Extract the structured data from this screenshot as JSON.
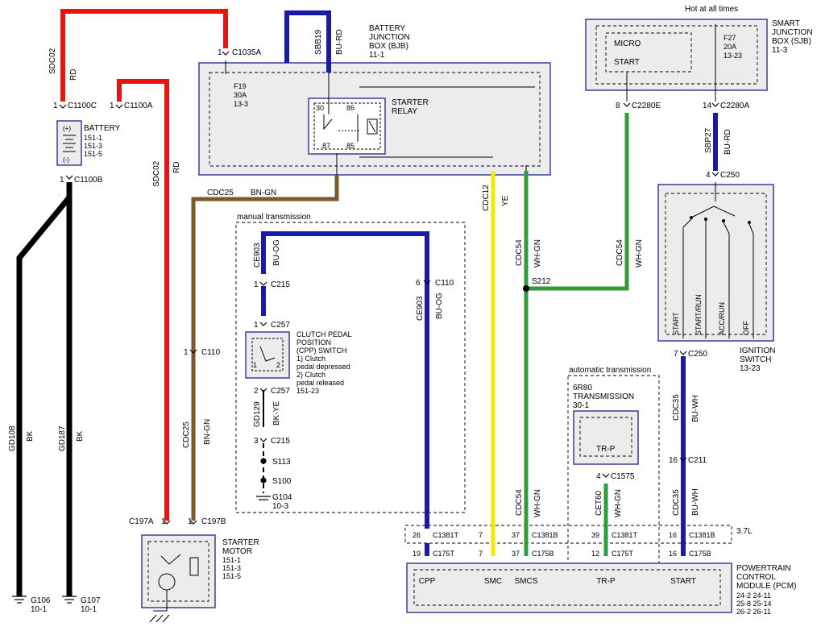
{
  "wires": {
    "sdc02_top": "SDC02",
    "rd_top": "RD",
    "sdc02_mid": "SDC02",
    "rd_mid": "RD",
    "sbb19": "SBB19",
    "bu_rd": "BU-RD",
    "cdc25_top": "CDC25",
    "bn_gn_top": "BN-GN",
    "cdc25_mid": "CDC25",
    "bn_gn_mid": "BN-GN",
    "ce903_top": "CE903",
    "bu_og_top": "BU-OG",
    "ce903_mid": "CE903",
    "bu_og_mid": "BU-OG",
    "cdc12": "CDC12",
    "ye": "YE",
    "cdc54_a": "CDC54",
    "wh_gn_a": "WH-GN",
    "cdc54_b": "CDC54",
    "wh_gn_b": "WH-GN",
    "cdc54_c": "CDC54",
    "wh_gn_c": "WH-GN",
    "sbp27": "SBP27",
    "bu_rd_b": "BU-RD",
    "cdc35_a": "CDC35",
    "bu_wh_a": "BU-WH",
    "cdc35_b": "CDC35",
    "bu_wh_b": "BU-WH",
    "gd108": "GD108",
    "bk_a": "BK",
    "gd187": "GD187",
    "bk_b": "BK",
    "gd129": "GD129",
    "bk_ye": "BK-YE",
    "cet60": "CET60",
    "wh_gn_d": "WH-GN"
  },
  "connectors": {
    "c1035a_pin": "1",
    "c1035a": "C1035A",
    "c1100c_pin": "1",
    "c1100c": "C1100C",
    "c1100a_pin": "1",
    "c1100a": "C1100A",
    "c1100b_pin": "1",
    "c1100b": "C1100B",
    "c110a_pin": "1",
    "c110a": "C110",
    "c110b_pin": "6",
    "c110b": "C110",
    "c215a_pin": "1",
    "c215a": "C215",
    "c257a_pin": "1",
    "c257a": "C257",
    "c257b_pin": "2",
    "c257b": "C257",
    "c215b_pin": "3",
    "c215b": "C215",
    "c197a_pin": "1",
    "c197a": "C197A",
    "c197b_pin": "1",
    "c197b": "C197B",
    "c2280e_pin": "8",
    "c2280e": "C2280E",
    "c2280a_pin": "14",
    "c2280a": "C2280A",
    "c250a_pin": "4",
    "c250a": "C250",
    "c250b_pin": "7",
    "c250b": "C250",
    "c211_pin": "16",
    "c211": "C211",
    "c1575_pin": "4",
    "c1575": "C1575",
    "s212": "S212",
    "s113": "S113",
    "s100": "S100"
  },
  "battery_junction_box": {
    "title": "BATTERY\nJUNCTION\nBOX (BJB)\n11-1",
    "fuse_name": "F19",
    "fuse_amps": "30A",
    "fuse_ref": "13-3",
    "relay_name": "STARTER\nRELAY",
    "pins": [
      "30",
      "86",
      "87",
      "85"
    ]
  },
  "smart_junction_box": {
    "title": "SMART\nJUNCTION\nBOX (SJB)\n11-3",
    "hot": "Hot at all times",
    "micro": "MICRO",
    "start": "START",
    "fuse_name": "F27",
    "fuse_amps": "20A",
    "fuse_ref": "13-23"
  },
  "battery": {
    "label": "BATTERY",
    "refs": "151-1\n151-3\n151-5",
    "plus": "(+)",
    "minus": "(-)"
  },
  "starter_motor": {
    "label": "STARTER\nMOTOR",
    "refs": "151-1\n151-3\n151-5"
  },
  "cpp_switch": {
    "section": "manual transmission",
    "title": "CLUTCH PEDAL\nPOSITION\n(CPP) SWITCH\n1) Clutch\npedal depressed\n2) Clutch\npedal released\n151-23",
    "pin1": "1",
    "pin2": "2"
  },
  "grounds": {
    "g104": "G104",
    "g104_ref": "10-3",
    "g106": "G106",
    "g106_ref": "10-1",
    "g107": "G107",
    "g107_ref": "10-1"
  },
  "ignition_switch": {
    "label": "IGNITION\nSWITCH\n13-23",
    "positions": [
      "START",
      "START/RUN",
      "ACC/RUN",
      "OFF"
    ]
  },
  "transmission": {
    "section": "automatic transmission",
    "name": "6R80\nTRANSMISSION\n30-1",
    "sensor": "TR-P"
  },
  "pcm": {
    "label": "POWERTRAIN\nCONTROL\nMODULE (PCM)",
    "refs": "24-2   24-11\n25-8   25-14\n26-2   26-11",
    "variant": "3.7L",
    "inline_row": [
      {
        "pin": "26",
        "conn": "C1381T"
      },
      {
        "pin": "7",
        "conn": ""
      },
      {
        "pin": "37",
        "conn": "C1381B"
      },
      {
        "pin": "39",
        "conn": "C1381T"
      },
      {
        "pin": "16",
        "conn": "C1381B"
      }
    ],
    "pcm_row": [
      {
        "pin": "19",
        "conn": "C175T"
      },
      {
        "pin": "7",
        "conn": ""
      },
      {
        "pin": "37",
        "conn": "C175B"
      },
      {
        "pin": "12",
        "conn": "C175T"
      },
      {
        "pin": "16",
        "conn": "C175B"
      }
    ],
    "pins": [
      "CPP",
      "SMC",
      "SMCS",
      "TR-P",
      "START"
    ]
  },
  "colors": {
    "red": "#e8140f",
    "black": "#000000",
    "blue": "#1a1aa8",
    "brown": "#7a5a2a",
    "green": "#2f9b3a",
    "yellow": "#f2ea00",
    "box_edge": "#3c3c9a",
    "box_fill": "#ececec"
  }
}
